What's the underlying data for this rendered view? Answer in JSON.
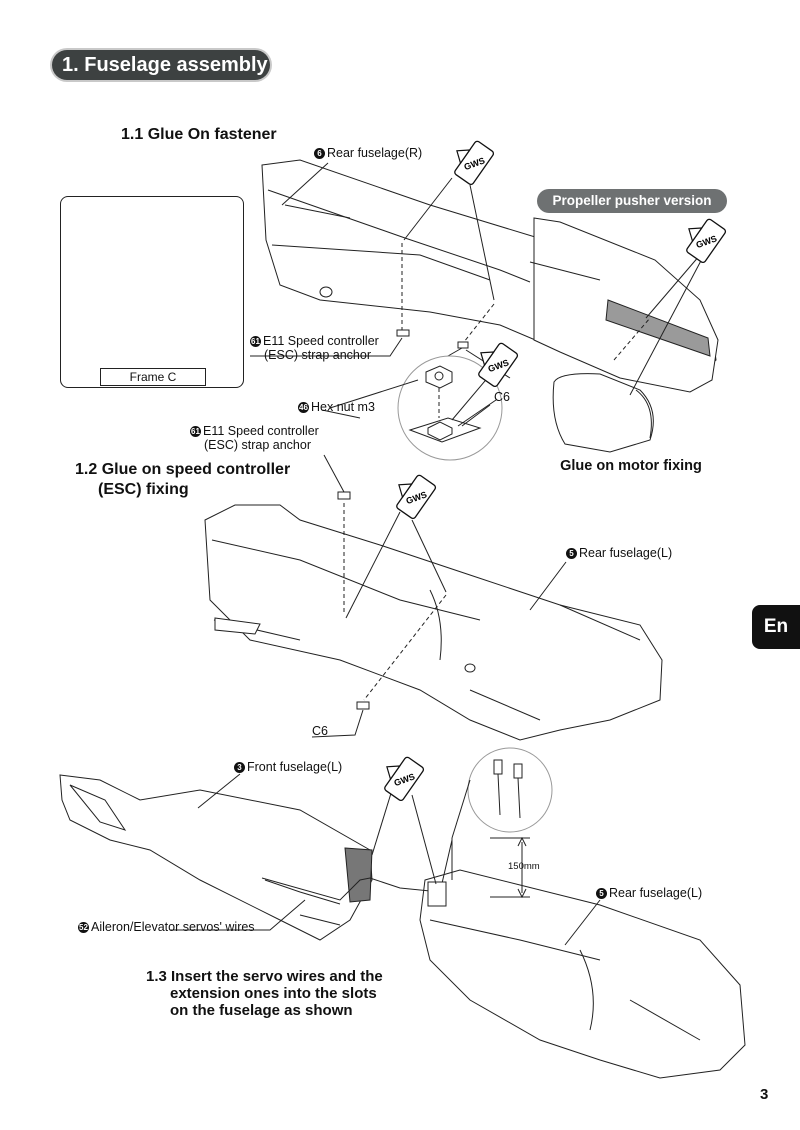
{
  "section_title": "1. Fuselage assembly",
  "step_1_1": "1.1 Glue On fastener",
  "step_1_2_line1": "1.2 Glue on speed controller",
  "step_1_2_line2": "(ESC) fixing",
  "step_1_3_line1": "1.3 Insert the servo wires and the",
  "step_1_3_line2": "extension ones into the slots",
  "step_1_3_line3": "on the fuselage as shown",
  "frame_caption": "Frame C",
  "pusher": {
    "header": "Propeller pusher version",
    "caption": "Glue on motor fixing"
  },
  "parts": {
    "rear_r": {
      "num": "6",
      "label": "Rear fuselage(R)"
    },
    "esc_anchor_1": {
      "num": "61",
      "line1": "E11 Speed controller",
      "line2": "(ESC) strap anchor"
    },
    "hex_nut": {
      "num": "46",
      "label": "Hex nut m3"
    },
    "c6_a": "C6",
    "esc_anchor_2": {
      "num": "61",
      "line1": "E11 Speed controller",
      "line2": "(ESC) strap anchor"
    },
    "rear_l_1": {
      "num": "5",
      "label": "Rear fuselage(L)"
    },
    "c6_b": "C6",
    "front_l": {
      "num": "3",
      "label": "Front fuselage(L)"
    },
    "servo_wires": {
      "num": "52",
      "label": "Aileron/Elevator servos' wires"
    },
    "rear_l_2": {
      "num": "5",
      "label": "Rear fuselage(L)"
    },
    "dimension": "150mm"
  },
  "glue_brand": "GWS",
  "lang_tab": "En",
  "page_number": "3"
}
